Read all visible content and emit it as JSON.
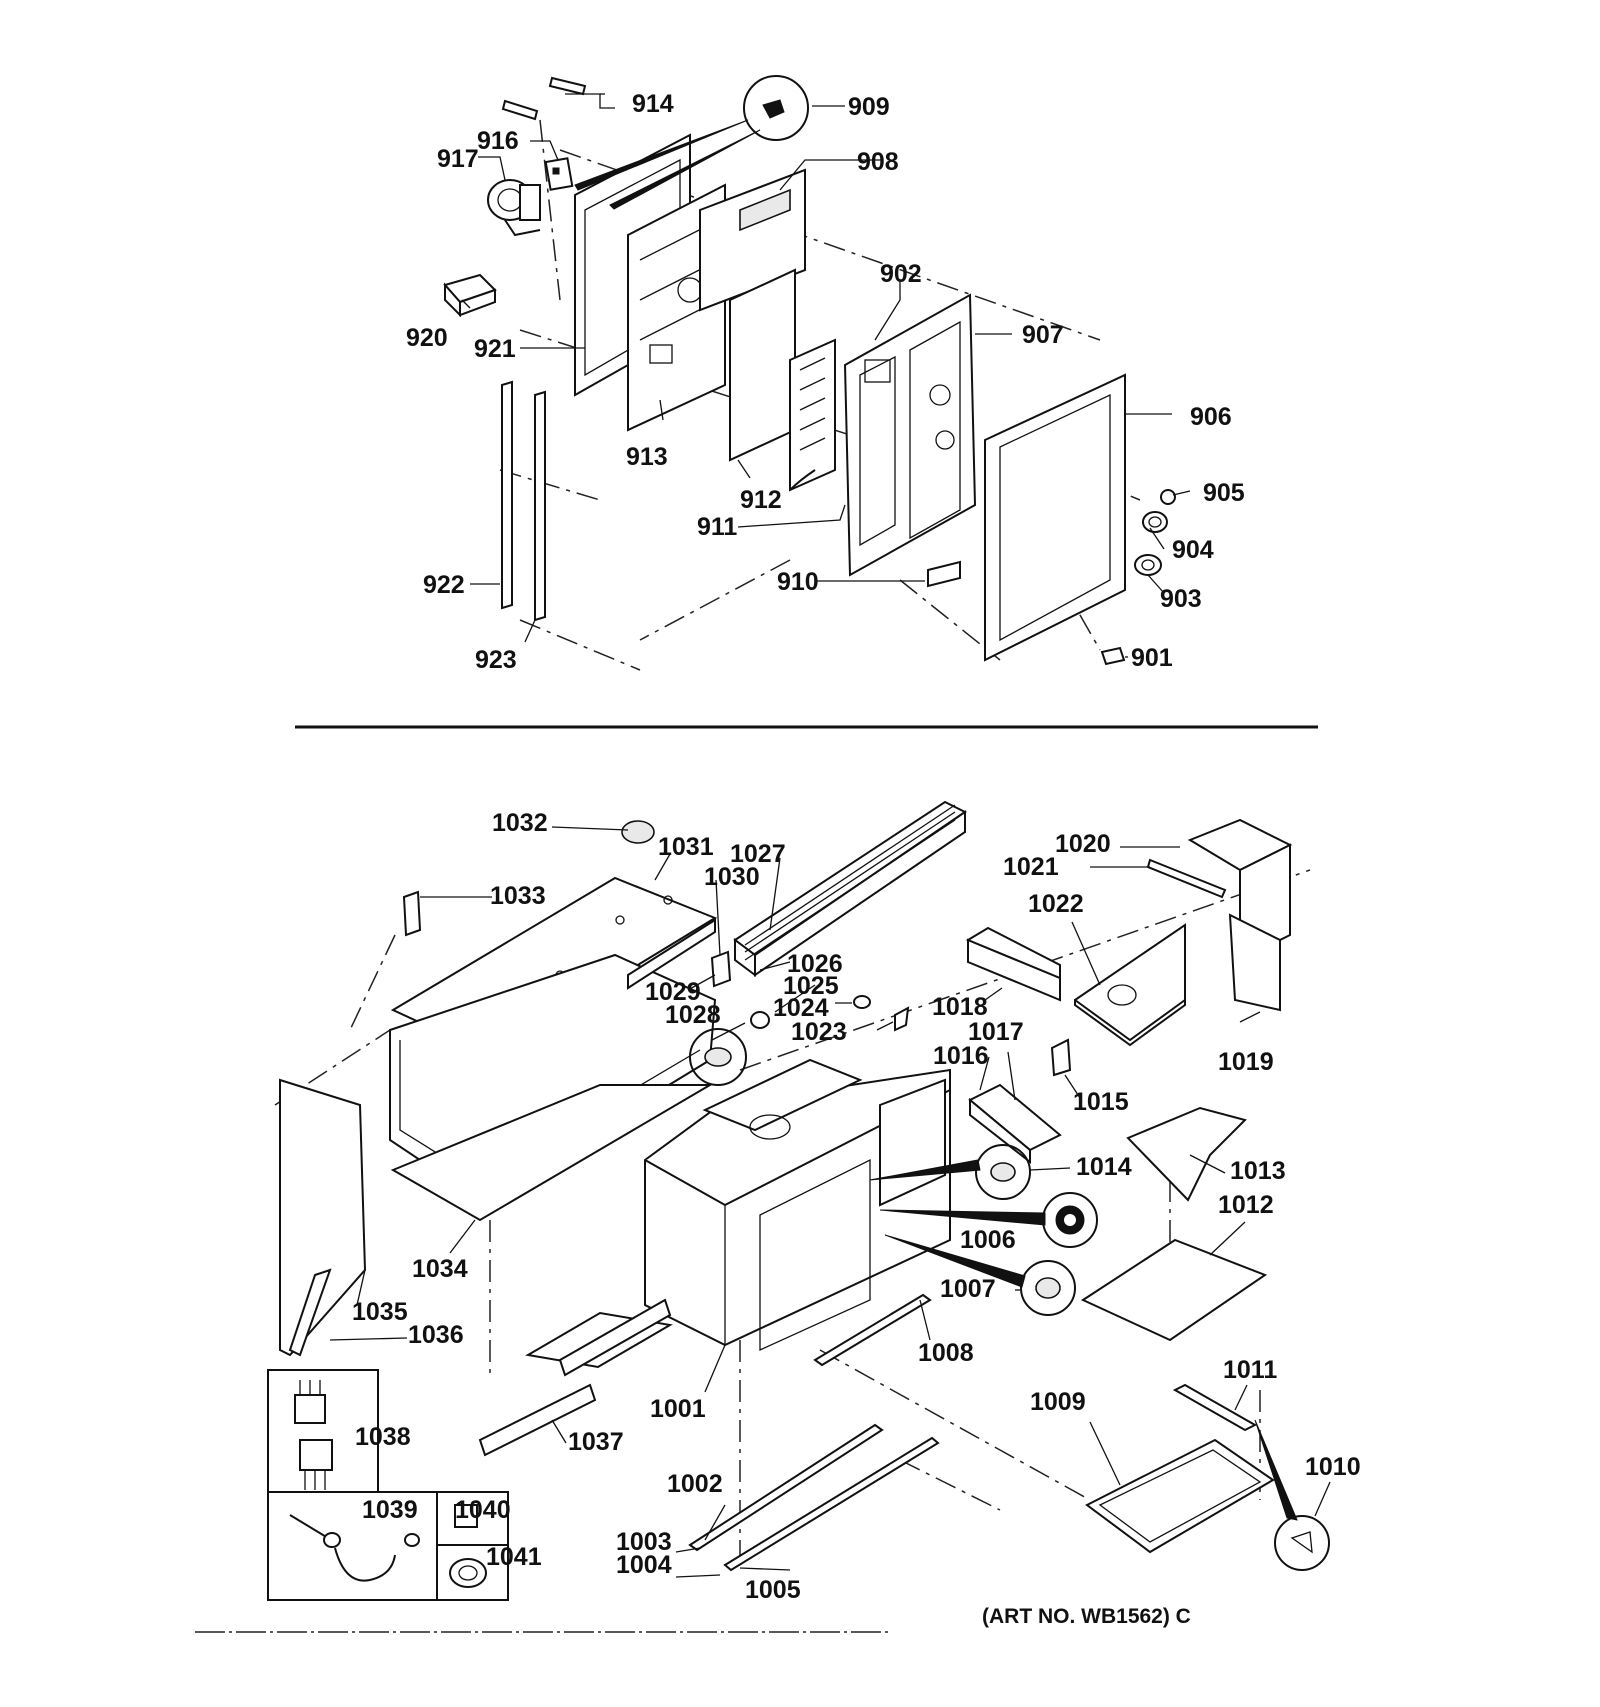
{
  "diagram": {
    "top_section_labels": {
      "p914": "914",
      "p909": "909",
      "p916": "916",
      "p917": "917",
      "p908": "908",
      "p902": "902",
      "p907": "907",
      "p920": "920",
      "p921": "921",
      "p906": "906",
      "p913": "913",
      "p905": "905",
      "p912": "912",
      "p904": "904",
      "p911": "911",
      "p922": "922",
      "p910": "910",
      "p903": "903",
      "p923": "923",
      "p901": "901"
    },
    "bottom_section_labels": {
      "p1032": "1032",
      "p1031": "1031",
      "p1027": "1027",
      "p1020": "1020",
      "p1021": "1021",
      "p1033": "1033",
      "p1030": "1030",
      "p1022": "1022",
      "p1026": "1026",
      "p1029": "1029",
      "p1025": "1025",
      "p1024": "1024",
      "p1018": "1018",
      "p1028": "1028",
      "p1023": "1023",
      "p1017": "1017",
      "p1016": "1016",
      "p1019": "1019",
      "p1015": "1015",
      "p1014": "1014",
      "p1013": "1013",
      "p1012": "1012",
      "p1006": "1006",
      "p1034": "1034",
      "p1007": "1007",
      "p1035": "1035",
      "p1036": "1036",
      "p1008": "1008",
      "p1011": "1011",
      "p1038": "1038",
      "p1001": "1001",
      "p1009": "1009",
      "p1037": "1037",
      "p1010": "1010",
      "p1002": "1002",
      "p1039": "1039",
      "p1040": "1040",
      "p1041": "1041",
      "p1003": "1003",
      "p1004": "1004",
      "p1005": "1005"
    },
    "art_number": "(ART NO. WB1562) C"
  }
}
